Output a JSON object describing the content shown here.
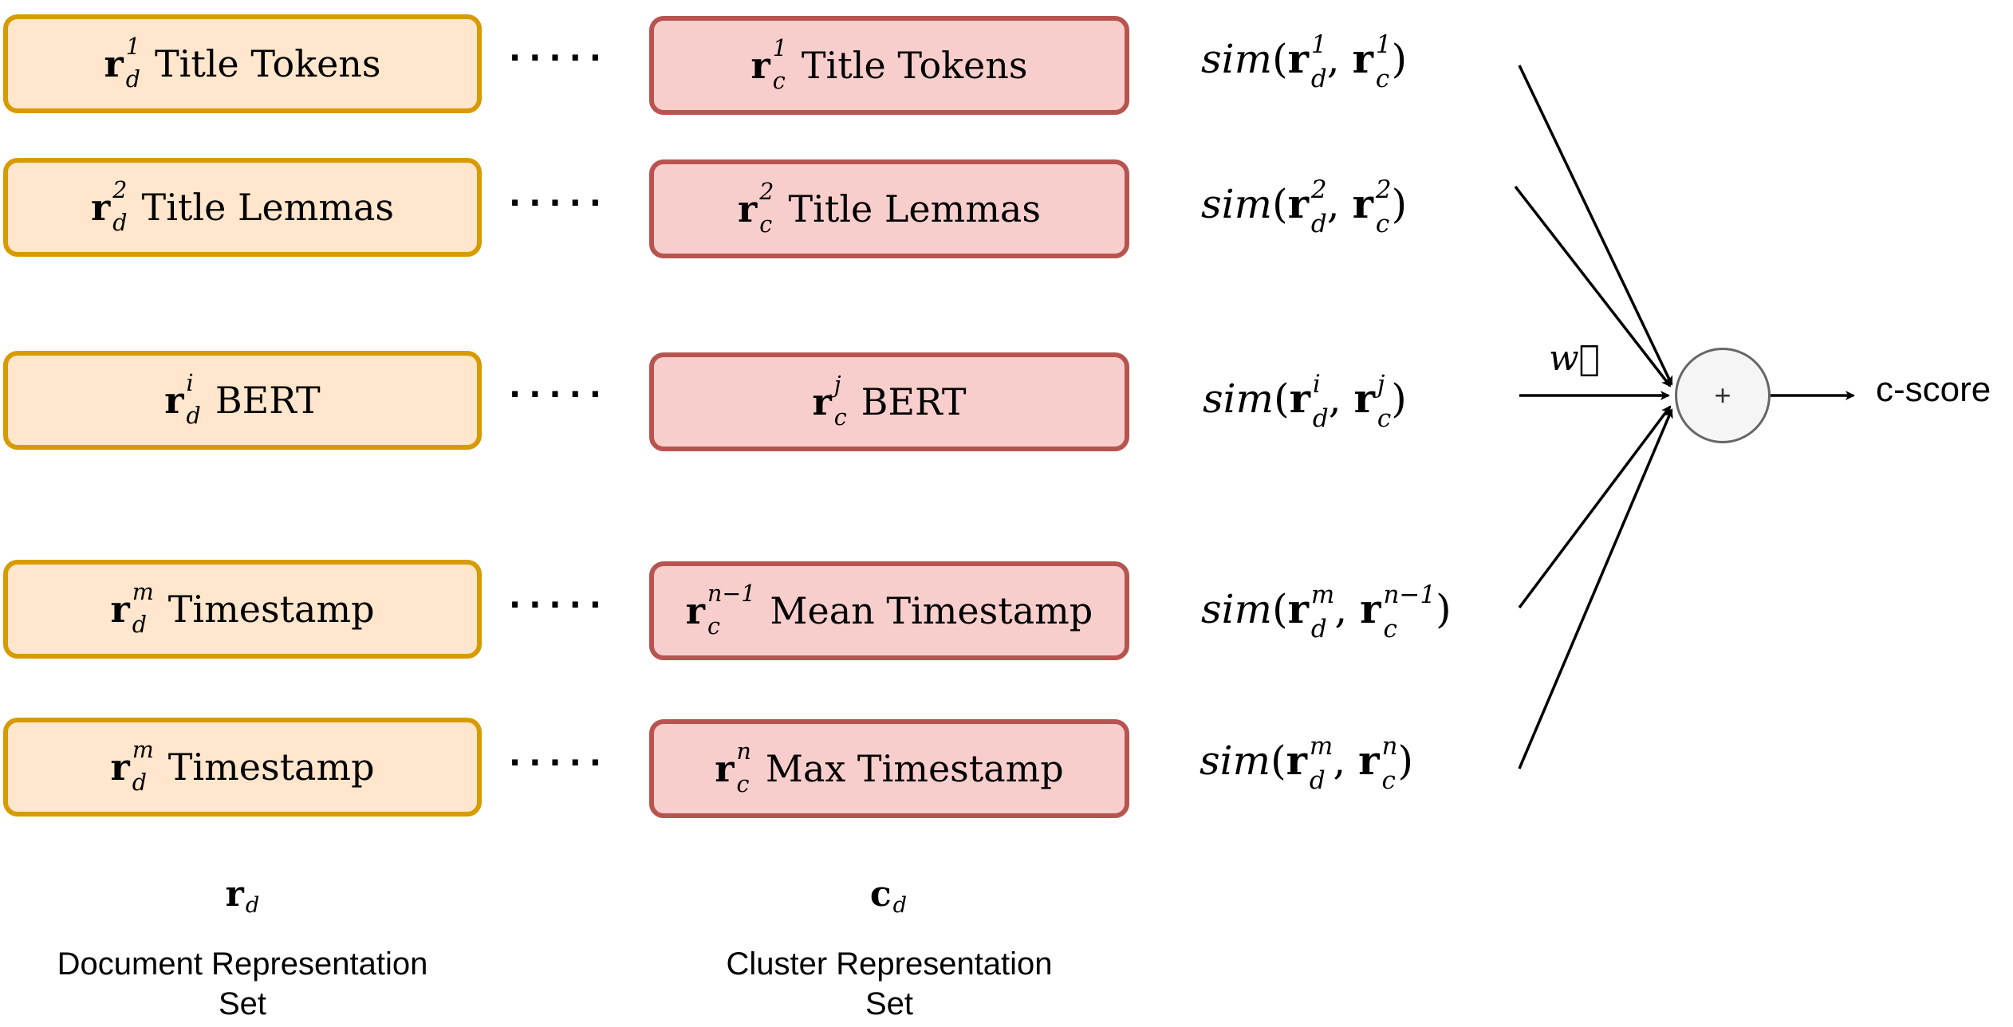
{
  "rows": [
    {
      "doc": {
        "sym": "r",
        "sup": "1",
        "sub": "d",
        "label": "Title Tokens"
      },
      "cluster": {
        "sym": "r",
        "sup": "1",
        "sub": "c",
        "label": "Title Tokens"
      },
      "dots": ".....",
      "sim": {
        "fn": "sim",
        "a_sup": "1",
        "a_sub": "d",
        "b_sup": "1",
        "b_sub": "c"
      }
    },
    {
      "doc": {
        "sym": "r",
        "sup": "2",
        "sub": "d",
        "label": "Title Lemmas"
      },
      "cluster": {
        "sym": "r",
        "sup": "2",
        "sub": "c",
        "label": "Title Lemmas"
      },
      "dots": ".....",
      "sim": {
        "fn": "sim",
        "a_sup": "2",
        "a_sub": "d",
        "b_sup": "2",
        "b_sub": "c"
      }
    },
    {
      "doc": {
        "sym": "r",
        "sup": "i",
        "sub": "d",
        "label": "BERT"
      },
      "cluster": {
        "sym": "r",
        "sup": "j",
        "sub": "c",
        "label": "BERT"
      },
      "dots": ".....",
      "sim": {
        "fn": "sim",
        "a_sup": "i",
        "a_sub": "d",
        "b_sup": "j",
        "b_sub": "c"
      }
    },
    {
      "doc": {
        "sym": "r",
        "sup": "m",
        "sub": "d",
        "label": "Timestamp"
      },
      "cluster": {
        "sym": "r",
        "sup": "n−1",
        "sub": "c",
        "label": "Mean Timestamp"
      },
      "dots": ".....",
      "sim": {
        "fn": "sim",
        "a_sup": "m",
        "a_sub": "d",
        "b_sup": "n−1",
        "b_sub": "c"
      }
    },
    {
      "doc": {
        "sym": "r",
        "sup": "m",
        "sub": "d",
        "label": "Timestamp"
      },
      "cluster": {
        "sym": "r",
        "sup": "n",
        "sub": "c",
        "label": "Max Timestamp"
      },
      "dots": ".....",
      "sim": {
        "fn": "sim",
        "a_sup": "m",
        "a_sub": "d",
        "b_sup": "n",
        "b_sub": "c"
      }
    }
  ],
  "doc_set": {
    "sym": "r",
    "sub": "d",
    "caption_line1": "Document Representation",
    "caption_line2": "Set"
  },
  "cluster_set": {
    "sym": "c",
    "sub": "d",
    "caption_line1": "Cluster Representation",
    "caption_line2": "Set"
  },
  "sum_node": {
    "symbol": "+"
  },
  "weight_label": "w⃗",
  "output_label": "c-score",
  "colors": {
    "doc_fill": "#ffe6cc",
    "doc_stroke": "#d79b00",
    "cluster_fill": "#f8cecc",
    "cluster_stroke": "#b85450",
    "node_fill": "#f5f5f5",
    "node_stroke": "#666666"
  }
}
